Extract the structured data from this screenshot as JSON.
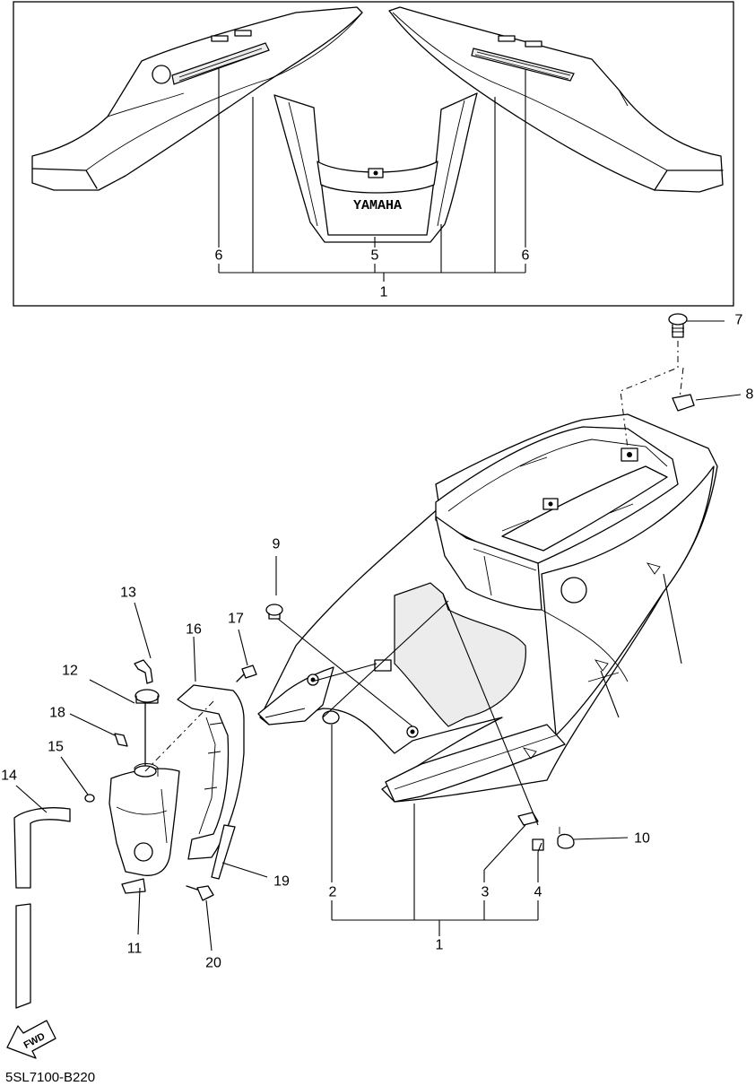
{
  "diagram": {
    "brand_text": "YAMAHA",
    "direction_label": "FWD",
    "figure_code": "5SL7100-B220",
    "callouts": {
      "c1_inset": "1",
      "c5": "5",
      "c6_left": "6",
      "c6_right": "6",
      "c7": "7",
      "c8": "8",
      "c9": "9",
      "c10": "10",
      "c11": "11",
      "c12": "12",
      "c13": "13",
      "c14": "14",
      "c15": "15",
      "c16": "16",
      "c17": "17",
      "c18": "18",
      "c19": "19",
      "c20": "20",
      "c2": "2",
      "c3": "3",
      "c4": "4",
      "c1_main": "1"
    }
  }
}
